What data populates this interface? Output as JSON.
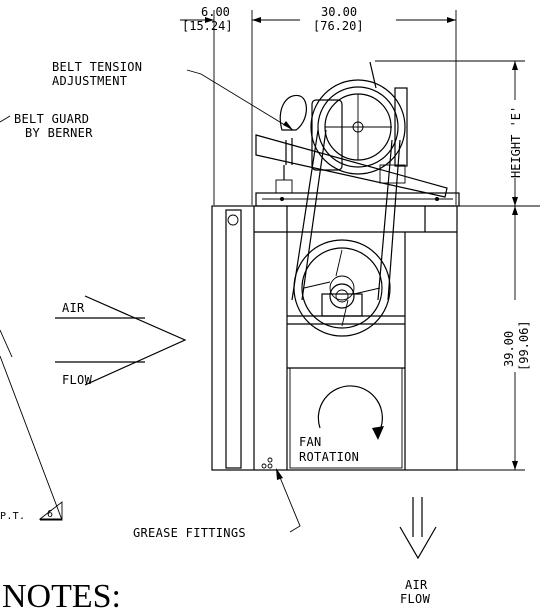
{
  "dimensions": {
    "width_left": "6.00",
    "width_left_metric": "[15.24]",
    "width_main": "30.00",
    "width_main_metric": "[76.20]",
    "height_main": "39.00",
    "height_main_metric": "[99.06]",
    "height_e": "HEIGHT 'E'"
  },
  "callouts": {
    "belt_tension_line1": "BELT TENSION",
    "belt_tension_line2": "ADJUSTMENT",
    "belt_guard_line1": "BELT GUARD",
    "belt_guard_line2": "BY BERNER",
    "air_in": "AIR",
    "flow_in": "FLOW",
    "fan_rotation_line1": "FAN",
    "fan_rotation_line2": "ROTATION",
    "grease_fittings": "GREASE FITTINGS",
    "air_out_line1": "AIR",
    "air_out_line2": "FLOW",
    "pt_label": "P.T.",
    "pt_number": "6"
  },
  "notes_heading": "NOTES:"
}
